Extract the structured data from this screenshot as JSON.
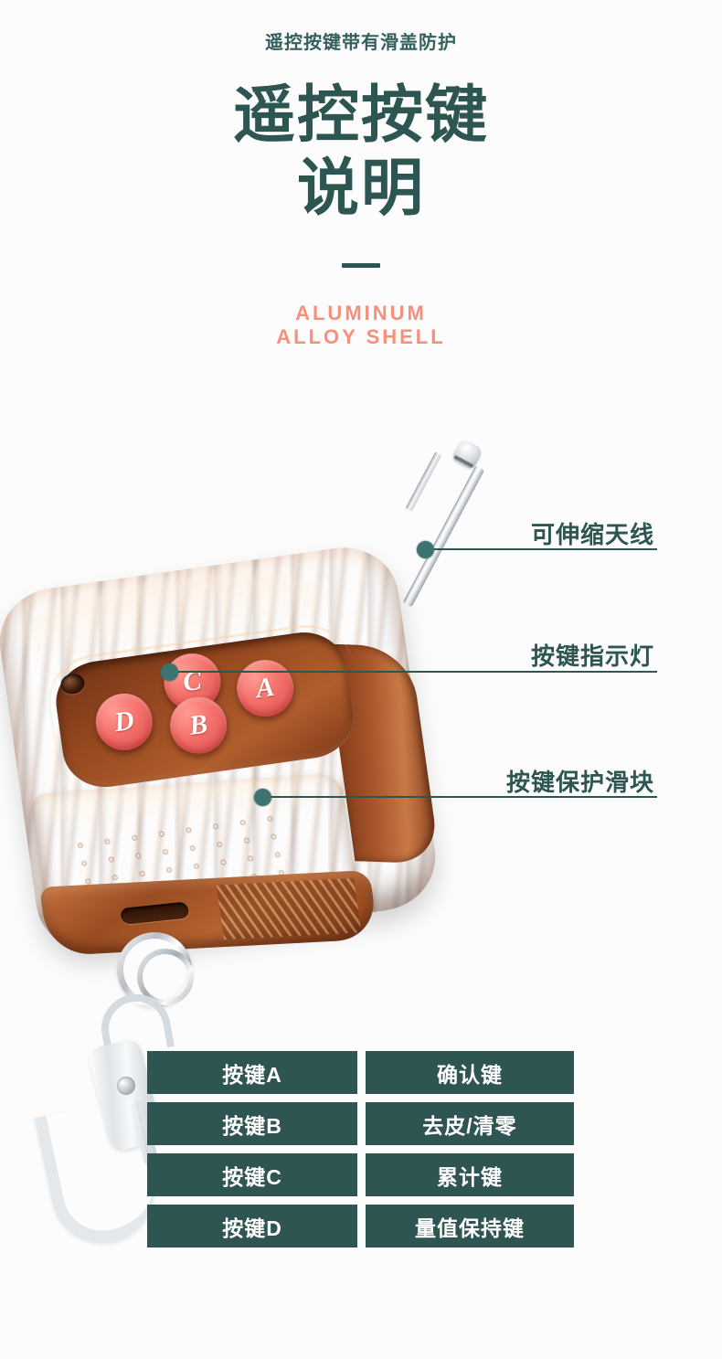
{
  "header": {
    "kicker": "遥控按键带有滑盖防护",
    "title_line1": "遥控按键",
    "title_line2": "说明",
    "english_line1": "ALUMINUM",
    "english_line2": "ALLOY  SHELL"
  },
  "colors": {
    "dark_green": "#2d5552",
    "table_bg": "#2f5552",
    "coral": "#f6907a",
    "dot": "#3d7471",
    "button_red": "#f4706b",
    "shell_copper": "#a8552a",
    "background": "#fcfcfc"
  },
  "callouts": [
    {
      "label": "可伸缩天线",
      "icon": "callout-dot-icon"
    },
    {
      "label": "按键指示灯",
      "icon": "callout-dot-icon"
    },
    {
      "label": "按键保护滑块",
      "icon": "callout-dot-icon"
    }
  ],
  "device": {
    "buttons": [
      {
        "letter": "A"
      },
      {
        "letter": "B"
      },
      {
        "letter": "C"
      },
      {
        "letter": "D"
      }
    ]
  },
  "table": {
    "rows": [
      {
        "key": "按键A",
        "function": "确认键"
      },
      {
        "key": "按键B",
        "function": "去皮/清零"
      },
      {
        "key": "按键C",
        "function": "累计键"
      },
      {
        "key": "按键D",
        "function": "量值保持键"
      }
    ]
  }
}
